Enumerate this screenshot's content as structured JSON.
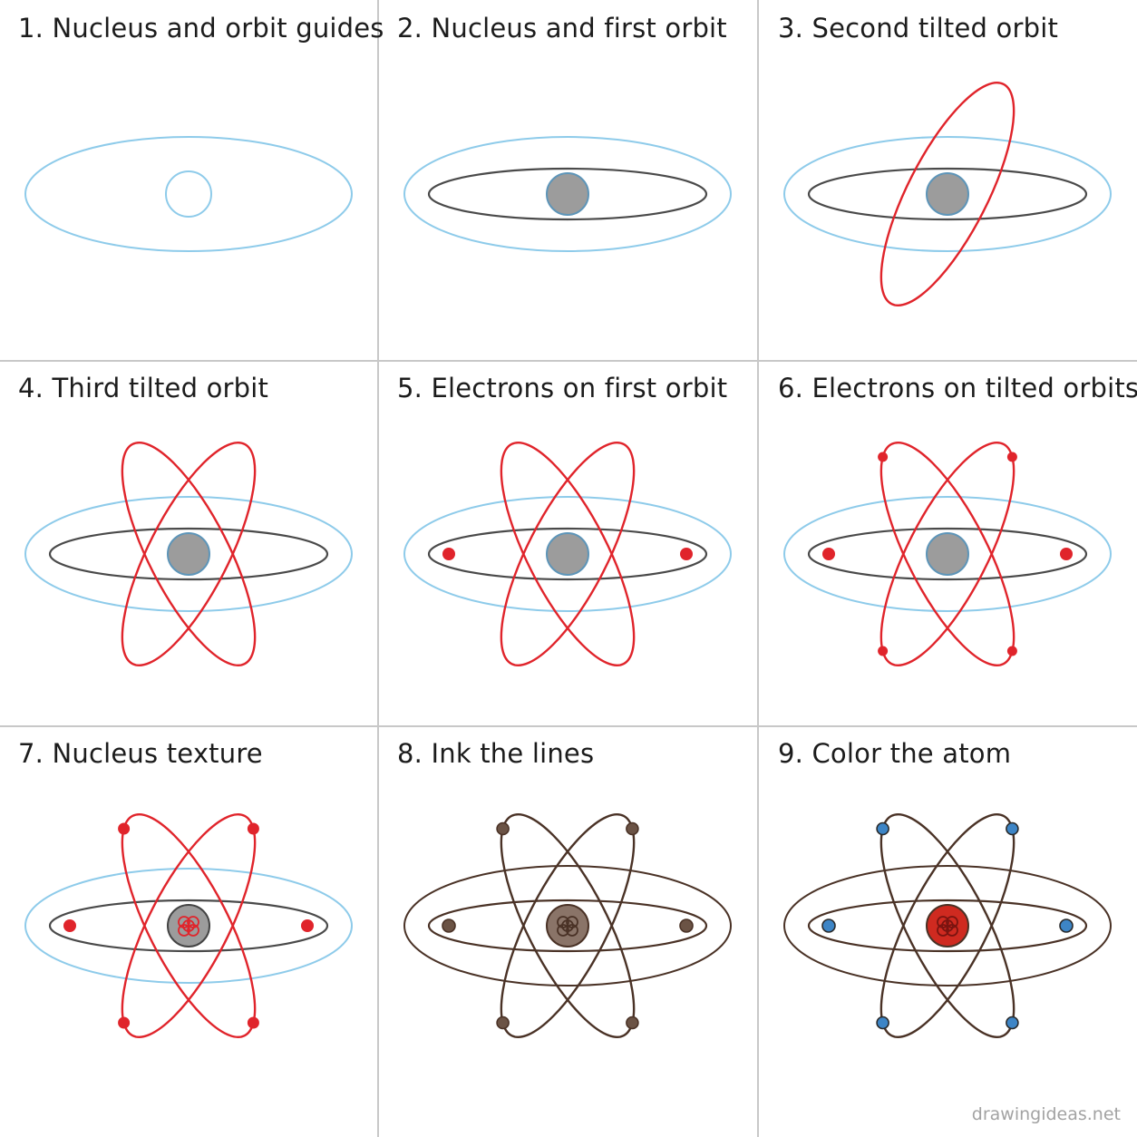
{
  "panels": [
    {
      "title": "1.  Nucleus and orbit guides",
      "step": 1
    },
    {
      "title": "2.  Nucleus and first orbit",
      "step": 2
    },
    {
      "title": "3.  Second tilted orbit",
      "step": 3
    },
    {
      "title": "4.  Third tilted orbit",
      "step": 4
    },
    {
      "title": "5.  Electrons on first orbit",
      "step": 5
    },
    {
      "title": "6.  Electrons on tilted orbits",
      "step": 6
    },
    {
      "title": "7.  Nucleus texture",
      "step": 7
    },
    {
      "title": "8.  Ink the lines",
      "step": 8
    },
    {
      "title": "9.  Color the atom",
      "step": 9
    }
  ],
  "watermark": "drawingideas.net",
  "colors": {
    "guide": "#8ecbea",
    "pencil": "#4a4a4a",
    "sketch_red": "#e0242b",
    "nucleus_gray": "#9c9c9c",
    "ink_brown": "#4a3226",
    "nucleus_brown": "#8a7468",
    "electron_brown": "#6b5345",
    "nucleus_red": "#cf2a20",
    "electron_blue": "#3d85c6",
    "divider": "#c8c8c8"
  }
}
